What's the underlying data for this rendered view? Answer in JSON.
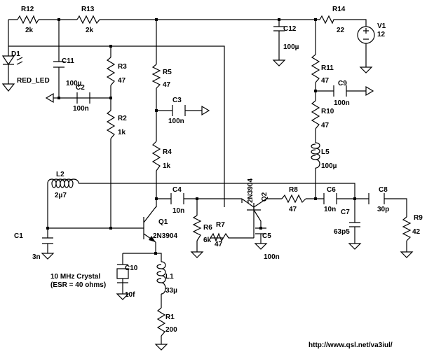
{
  "schematic": {
    "resistors": {
      "r12": {
        "ref": "R12",
        "value": "2k"
      },
      "r13": {
        "ref": "R13",
        "value": "2k"
      },
      "r14": {
        "ref": "R14",
        "value": "22"
      },
      "r3": {
        "ref": "R3",
        "value": "47"
      },
      "r2": {
        "ref": "R2",
        "value": "1k"
      },
      "r5": {
        "ref": "R5",
        "value": "47"
      },
      "r4": {
        "ref": "R4",
        "value": "1k"
      },
      "r11": {
        "ref": "R11",
        "value": "47"
      },
      "r10": {
        "ref": "R10",
        "value": "47"
      },
      "r6": {
        "ref": "R6",
        "value": "6k"
      },
      "r7": {
        "ref": "R7",
        "value": "47"
      },
      "r8": {
        "ref": "R8",
        "value": "47"
      },
      "r9": {
        "ref": "R9",
        "value": "42"
      },
      "r1": {
        "ref": "R1",
        "value": "200"
      }
    },
    "capacitors": {
      "c11": {
        "ref": "C11",
        "value": "100µ"
      },
      "c12": {
        "ref": "C12",
        "value": "100µ"
      },
      "c2": {
        "ref": "C2",
        "value": "100n"
      },
      "c3": {
        "ref": "C3",
        "value": "100n"
      },
      "c9": {
        "ref": "C9",
        "value": "100n"
      },
      "c4": {
        "ref": "C4",
        "value": "10n"
      },
      "c6": {
        "ref": "C6",
        "value": "10n"
      },
      "c8": {
        "ref": "C8",
        "value": "30p"
      },
      "c7": {
        "ref": "C7",
        "value": "63p5"
      },
      "c5": {
        "ref": "C5",
        "value": "100n"
      },
      "c1": {
        "ref": "C1",
        "value": "3n"
      },
      "c10": {
        "ref": "C10",
        "value": "10f"
      }
    },
    "inductors": {
      "l2": {
        "ref": "L2",
        "value": "2µ7"
      },
      "l5": {
        "ref": "L5",
        "value": "100µ"
      },
      "l1": {
        "ref": "L1",
        "value": "33µ"
      }
    },
    "transistors": {
      "q1": {
        "ref": "Q1",
        "part": "2N3904"
      },
      "q2": {
        "ref": "Q2",
        "part": "2N3904"
      }
    },
    "diode": {
      "ref": "D1",
      "value": "RED_LED"
    },
    "source": {
      "ref": "V1",
      "value": "12"
    },
    "crystal": {
      "line1": "10 MHz Crystal",
      "line2": "(ESR = 40 ohms)"
    },
    "footer_url": "http://www.qsl.net/va3iul/"
  }
}
